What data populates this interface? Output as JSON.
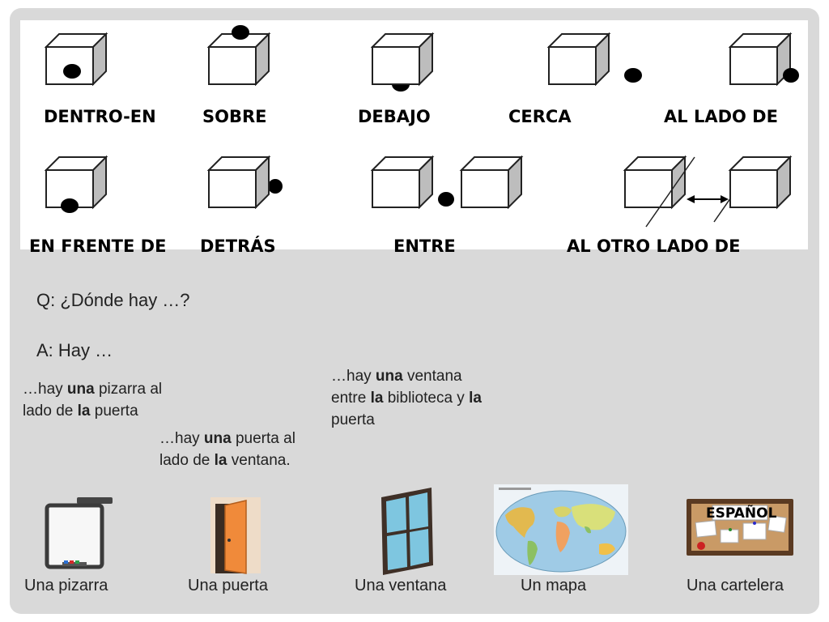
{
  "prepositions_row1": [
    "DENTRO-EN",
    "SOBRE",
    "DEBAJO",
    "CERCA",
    "AL LADO DE"
  ],
  "prepositions_row2": [
    "EN FRENTE DE",
    "DETRÁS",
    "ENTRE",
    "AL OTRO LADO DE"
  ],
  "question": "Q: ¿Dónde hay …?",
  "answer": "A: Hay …",
  "examples": [
    {
      "t1": "…hay ",
      "b1": "una",
      "t2": " pizarra al lado de ",
      "b2": "la",
      "t3": " puerta"
    },
    {
      "t1": "…hay ",
      "b1": "una",
      "t2": " puerta al lado de ",
      "b2": "la",
      "t3": " ventana."
    },
    {
      "t1": "…hay ",
      "b1": "una",
      "t2": " ventana  entre ",
      "b2": "la",
      "t3": " biblioteca y ",
      "b3": "la",
      "t4": " puerta"
    }
  ],
  "vocabulary": [
    "Una pizarra",
    "Una puerta",
    "Una ventana",
    "Un mapa",
    "Una cartelera"
  ],
  "cartelera_sign": "ESPAÑOL",
  "colors": {
    "slide_bg": "#d9d9d9",
    "panel_bg": "#ffffff",
    "door": "#f08a3a",
    "window_glass": "#7ec6e0",
    "corkboard": "#c99a66"
  }
}
